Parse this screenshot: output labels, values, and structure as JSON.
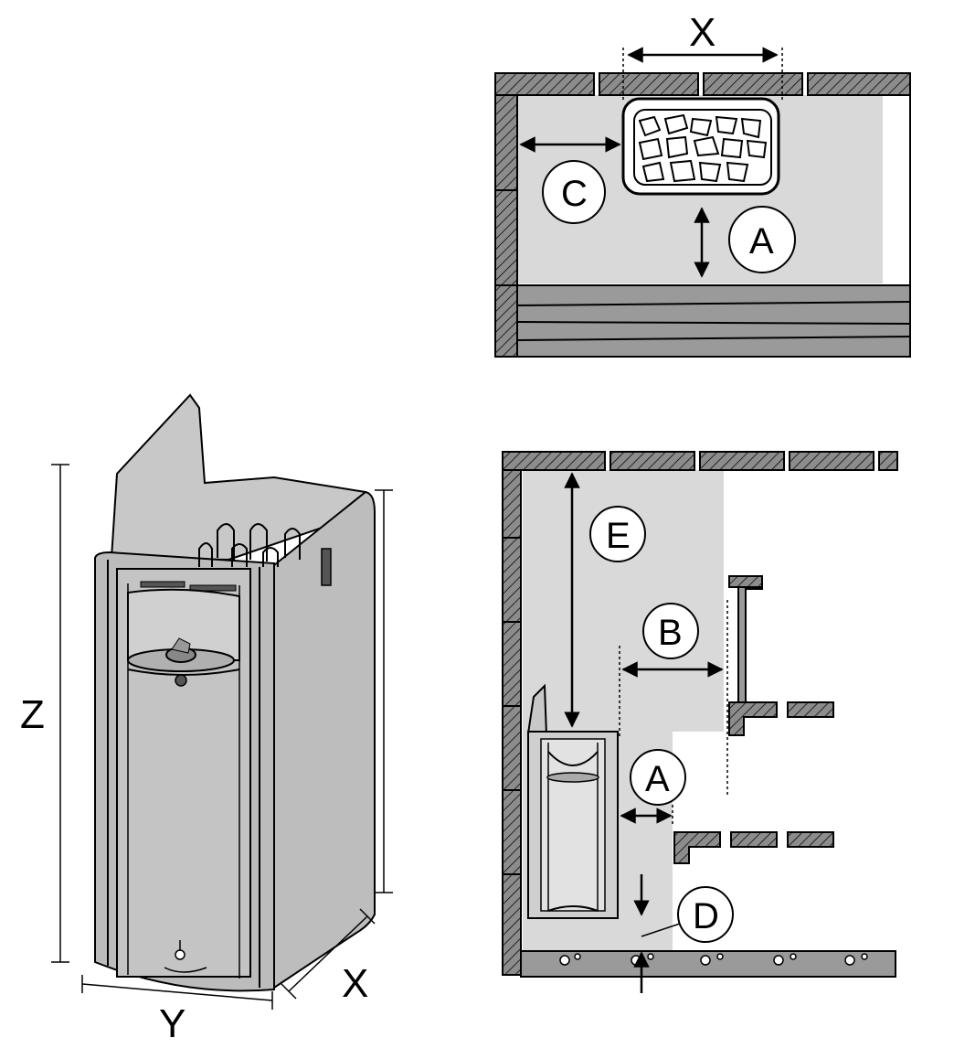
{
  "figure": {
    "heater_dimensions": {
      "height_label": "Z",
      "width_label": "Y",
      "depth_label": "X"
    },
    "top_view": {
      "width_label": "X",
      "clearance_side": "C",
      "clearance_front": "A"
    },
    "side_view": {
      "clearance_ceiling": "E",
      "clearance_bench": "B",
      "clearance_front": "A",
      "clearance_floor": "D"
    }
  },
  "colors": {
    "clearance_zone": "#d9d9d9",
    "wood": "#8c8c8c",
    "heater_body": "#bdbdbd",
    "line": "#000000"
  }
}
